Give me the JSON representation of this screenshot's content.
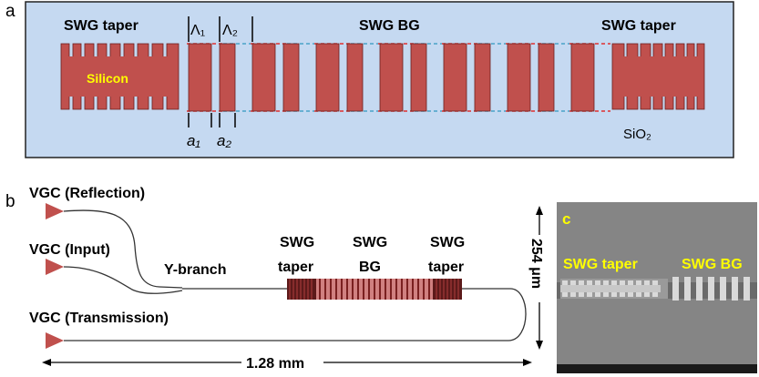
{
  "panel_a": {
    "letter": "a",
    "taper_left_label": "SWG taper",
    "grating_label": "SWG BG",
    "taper_right_label": "SWG taper",
    "material_silicon": "Silicon",
    "material_oxide": "SiO₂",
    "period1": "Λ₁",
    "period2": "Λ₂",
    "width1": "a₁",
    "width2": "a₂",
    "colors": {
      "substrate": "#c5d9f1",
      "silicon": "#c0504d",
      "silicon_label": "#ffff00",
      "dash_red": "#e03030",
      "dash_cyan": "#4aa3c8"
    }
  },
  "panel_b": {
    "letter": "b",
    "vgc_reflection": "VGC (Reflection)",
    "vgc_input": "VGC (Input)",
    "vgc_transmission": "VGC (Transmission)",
    "ybranch": "Y-branch",
    "block1_line1": "SWG",
    "block1_line2": "taper",
    "block2_line1": "SWG",
    "block2_line2": "BG",
    "block3_line1": "SWG",
    "block3_line2": "taper",
    "length_label": "1.28 mm",
    "height_label": "254 μm"
  },
  "panel_c": {
    "letter": "c",
    "label_taper": "SWG taper",
    "label_bg": "SWG BG",
    "colors": {
      "label": "#ffff00"
    }
  }
}
